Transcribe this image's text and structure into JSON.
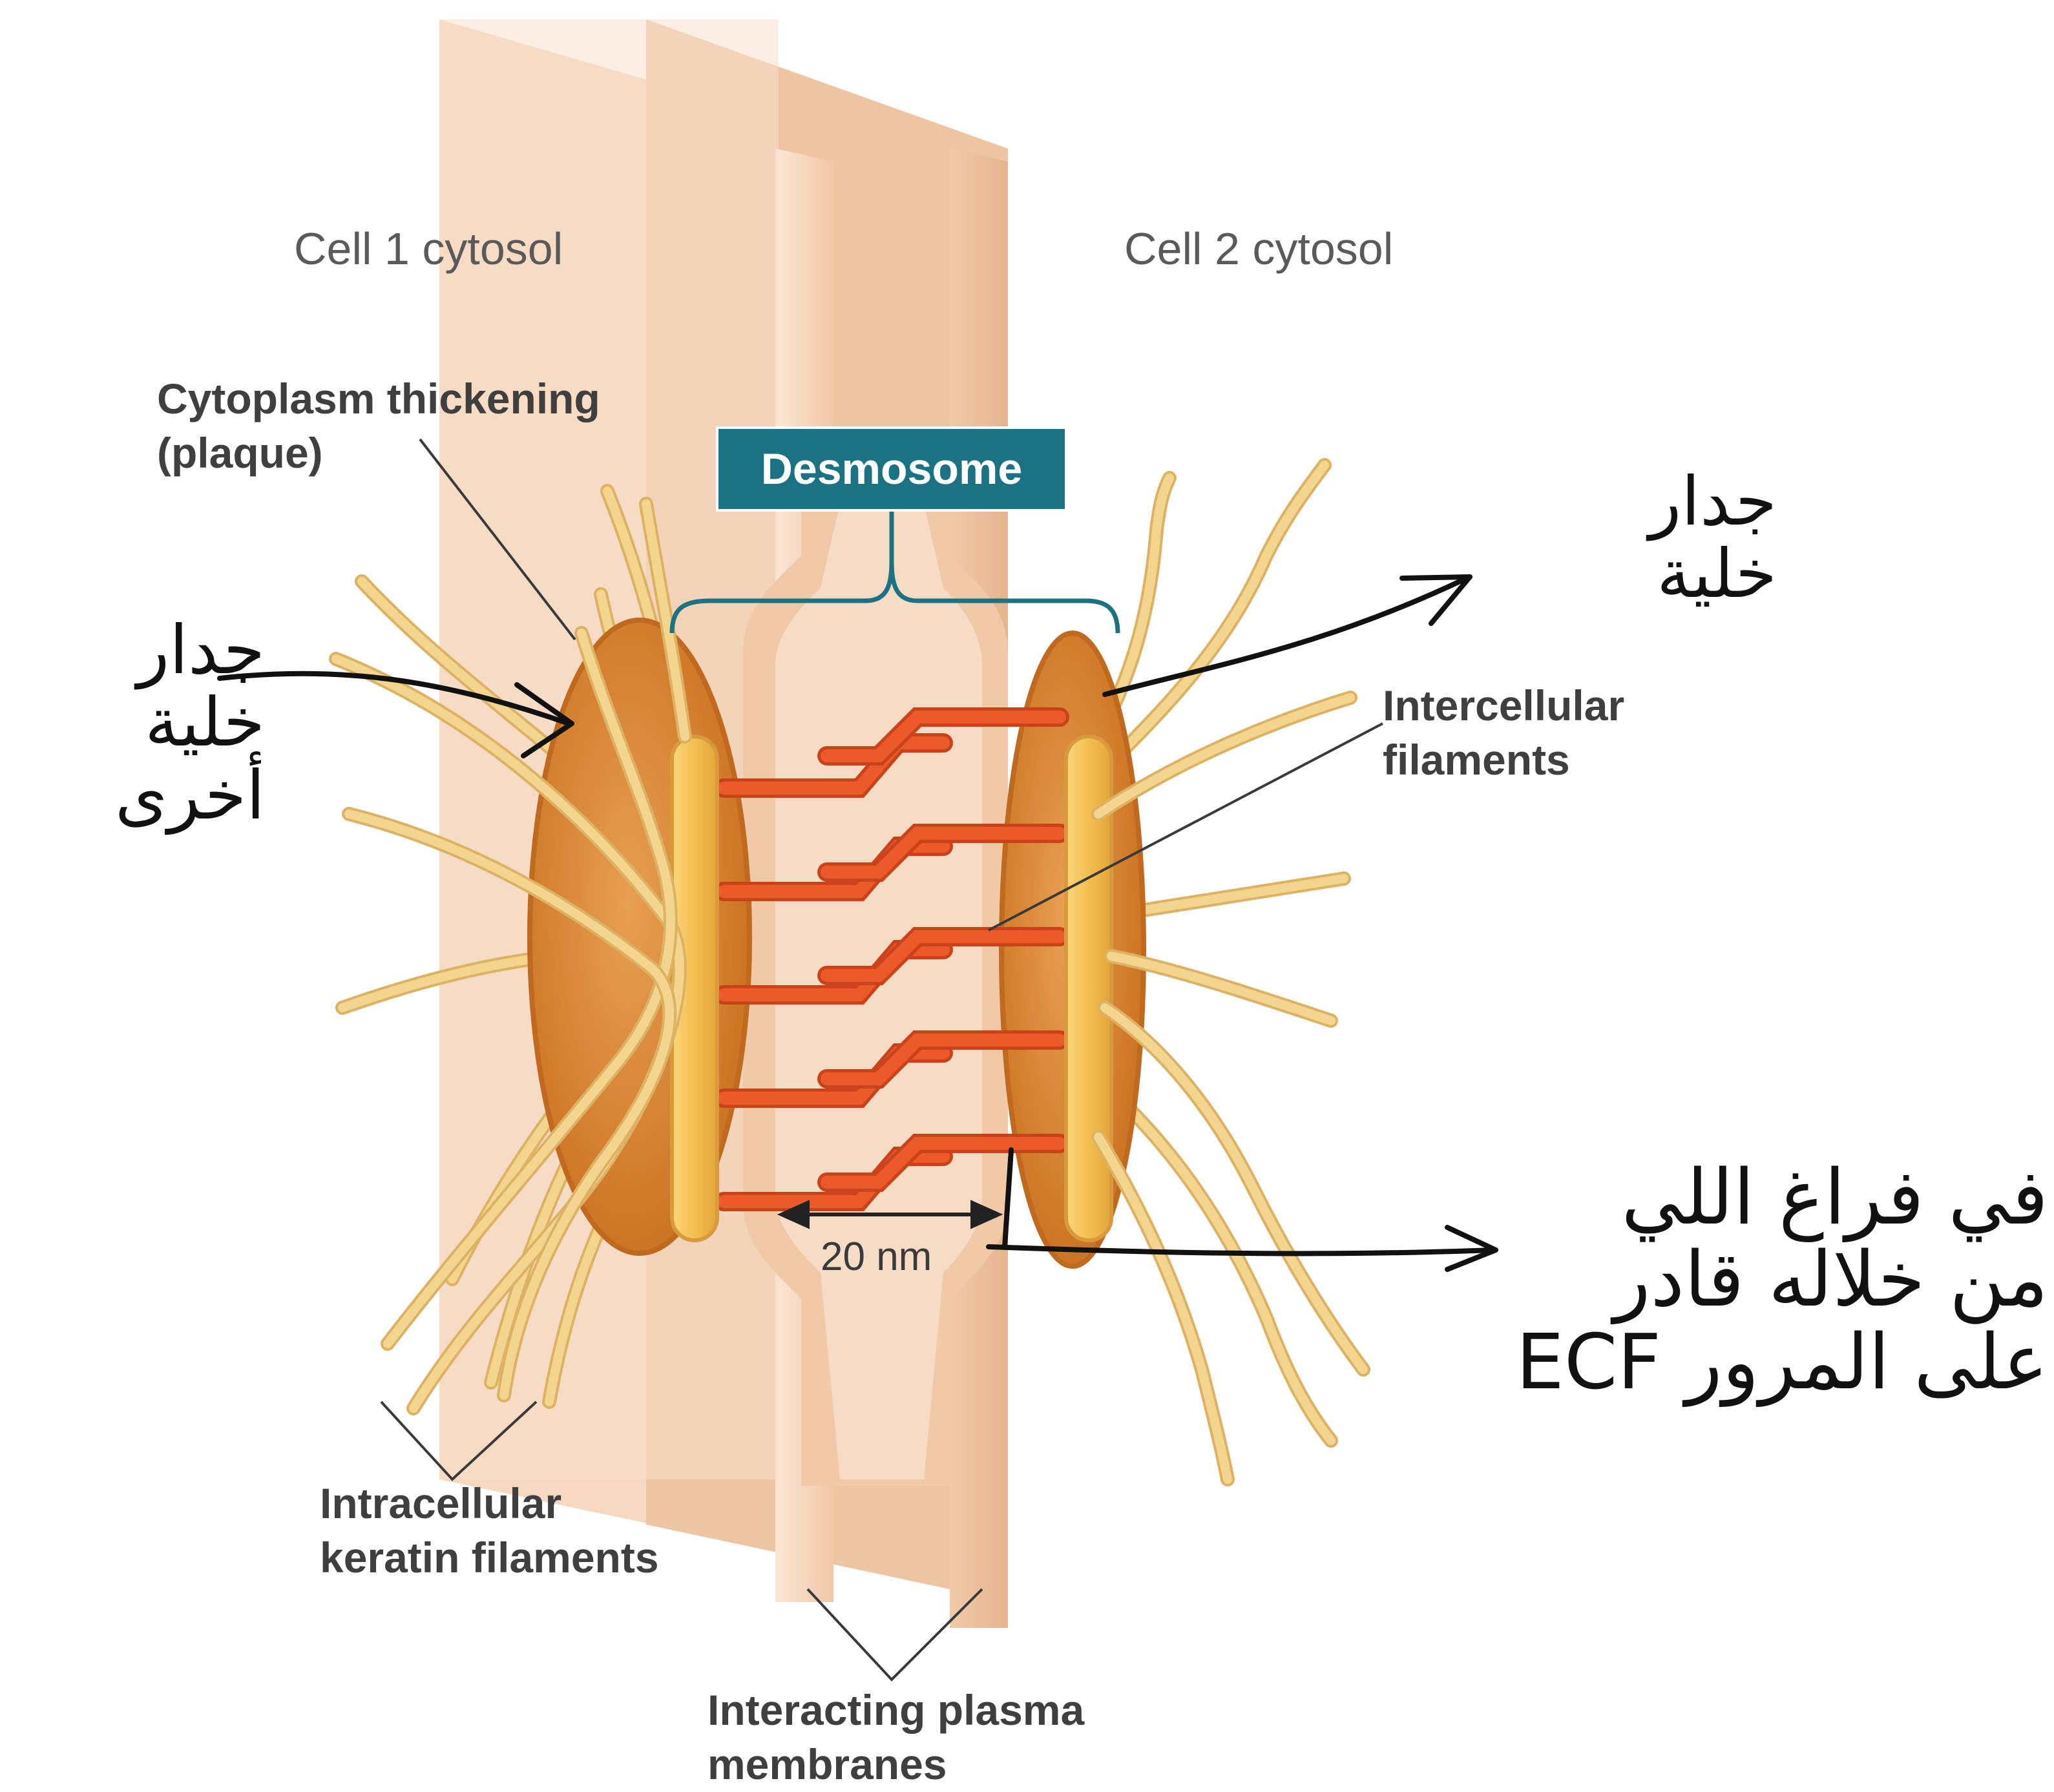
{
  "labels": {
    "cell1": "Cell 1 cytosol",
    "cell2": "Cell 2 cytosol",
    "plaque_line1": "Cytoplasm thickening",
    "plaque_line2": "(plaque)",
    "desmosome": "Desmosome",
    "intercellular_line1": "Intercellular",
    "intercellular_line2": "filaments",
    "intracellular_line1": "Intracellular",
    "intracellular_line2": "keratin filaments",
    "membranes_line1": "Interacting plasma",
    "membranes_line2": "membranes",
    "gap": "20 nm"
  },
  "handwritten": {
    "left_line1": "جدار",
    "left_line2": "خلية",
    "left_line3": "أخرى",
    "right_top_line1": "جدار",
    "right_top_line2": "خلية",
    "right_bottom_line1": "في فراغ اللي",
    "right_bottom_line2": "من خلاله قادر",
    "right_bottom_line3": "على المرور ECF"
  },
  "colors": {
    "membrane": "#f2c9a8",
    "membrane_light": "#f7dcc4",
    "membrane_dark": "#e0aa84",
    "plaque": "#d98a3a",
    "plaque_rim": "#c56e22",
    "plaque_bar": "#f5c35a",
    "keratin": "#f3d58e",
    "keratin_edge": "#dcb264",
    "cadherin": "#ec5a2a",
    "badge": "#1b7282"
  }
}
